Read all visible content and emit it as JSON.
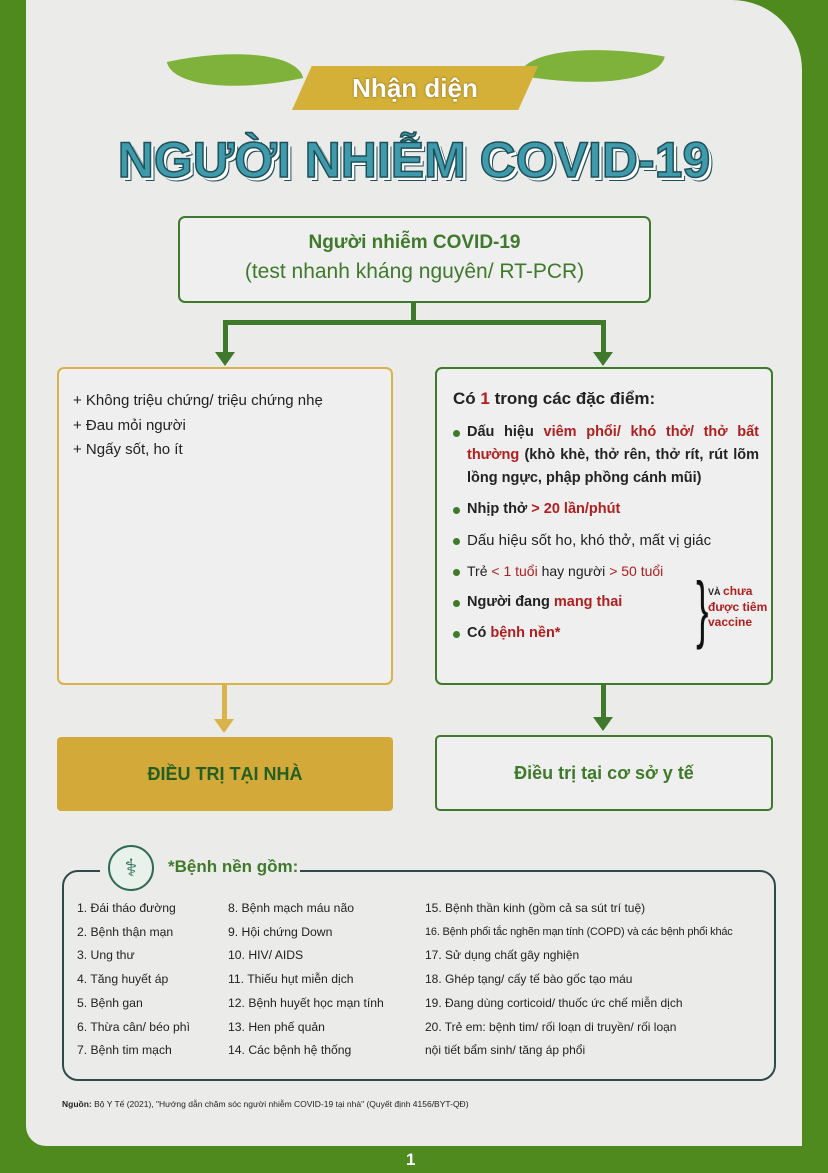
{
  "header": {
    "subtitle": "Nhận diện",
    "title": "NGƯỜI NHIỄM COVID-19"
  },
  "top_box": {
    "line1": "Người nhiễm COVID-19",
    "line2": "(test nhanh kháng nguyên/ RT-PCR)"
  },
  "left_box": {
    "items": [
      "+ Không triệu chứng/ triệu chứng nhẹ",
      "+ Đau mỏi người",
      "+ Ngấy sốt, ho ít"
    ]
  },
  "right_box": {
    "heading": {
      "a": "Có ",
      "b": "1",
      "c": " trong các đặc điểm:"
    },
    "items": [
      {
        "a": "Dấu hiệu ",
        "b": "viêm phổi/ khó thở/ thở bất thường",
        "c": " (khò khè, thở rên, thở rít, rút lõm lồng ngực, phập phồng cánh mũi)"
      },
      {
        "a": "Nhịp thở ",
        "b": "> 20 lần/phút",
        "c": ""
      },
      {
        "a": "Dấu hiệu sốt ho, khó thở, mất vị giác",
        "b": "",
        "c": ""
      },
      {
        "a": "Trẻ ",
        "b": "< 1 tuổi",
        "c": " hay người ",
        "d": "> 50 tuổi"
      },
      {
        "a": "Người đang ",
        "b": "mang thai",
        "c": ""
      },
      {
        "a": "Có ",
        "b": "bệnh nền*",
        "c": ""
      }
    ],
    "note": {
      "a": "VÀ ",
      "b": "chưa được tiêm vaccine"
    }
  },
  "outcomes": {
    "home": "ĐIỀU TRỊ TẠI NHÀ",
    "facility": "Điều trị tại cơ sở y tế"
  },
  "legend": {
    "title": "*Bệnh nền gồm:",
    "icon": "doctor-icon",
    "col1": [
      "1. Đái tháo đường",
      "2. Bệnh thận mạn",
      "3. Ung thư",
      "4. Tăng huyết áp",
      "5. Bệnh gan",
      "6. Thừa cân/ béo phì",
      "7. Bệnh tim mạch"
    ],
    "col2": [
      "8. Bệnh mạch máu não",
      "9. Hội chứng Down",
      "10. HIV/ AIDS",
      "11. Thiếu hụt miễn dịch",
      "12. Bệnh huyết học mạn tính",
      "13. Hen phế quản",
      "14. Các bệnh hệ thống"
    ],
    "col3": [
      "15. Bệnh thần kinh (gồm cả sa sút trí tuệ)",
      "16. Bệnh phổi tắc nghẽn mạn tính (COPD) và các bệnh phổi khác",
      "17. Sử dụng chất gây nghiện",
      "18. Ghép tạng/ cấy tế bào gốc tạo máu",
      "19. Đang dùng corticoid/ thuốc ức chế miễn dịch",
      "20. Trẻ em: bệnh tim/ rối loạn di truyền/ rối loạn",
      "nội tiết bẩm sinh/ tăng áp phổi"
    ]
  },
  "source": {
    "label": "Nguồn:",
    "text": " Bộ Y Tế (2021), \"Hướng dẫn chăm sóc người nhiễm COVID-19 tại nhà\" (Quyết định 4156/BYT-QĐ)"
  },
  "page_number": "1",
  "colors": {
    "green": "#3f7a2c",
    "gold": "#d3a93a",
    "teal": "#3f9bab",
    "red": "#b01e1e"
  }
}
